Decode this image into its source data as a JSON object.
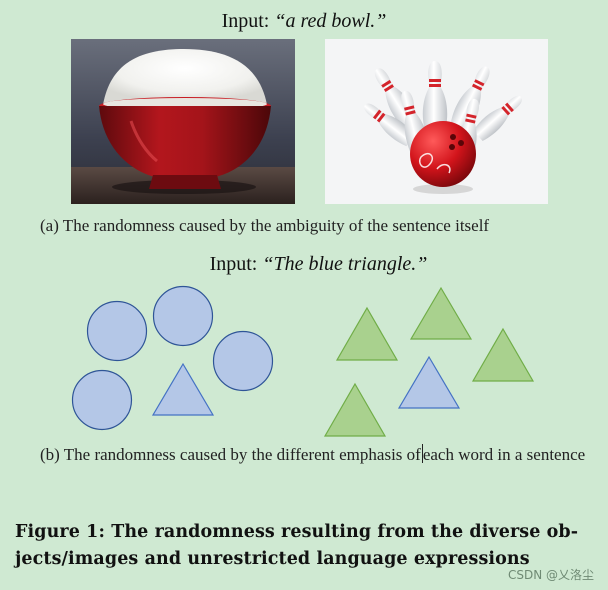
{
  "example_a": {
    "input_label": "Input: ",
    "input_quote": "“a red bowl.”",
    "caption": "(a) The randomness caused  by the ambiguity of the sentence itself"
  },
  "example_b": {
    "input_label": "Input: ",
    "input_quote": "“The blue triangle.”",
    "caption_part1": "(b) The randomness caused by the different emphasis of",
    "caption_part2": "each word in a sentence"
  },
  "figure": {
    "caption_line1": "Figure 1: The randomness resulting from the diverse ob-",
    "caption_line2": "jects/images and unrestricted language expressions"
  },
  "watermark": "CSDN @乂洛尘",
  "colors": {
    "background": "#cfe9d2",
    "circle_fill": "#b4c7e7",
    "circle_stroke": "#2f5597",
    "blue_triangle_fill": "#b4c7e7",
    "green_triangle_fill": "#a9d18e",
    "green_triangle_stroke": "#70ad47",
    "bowl_red": "#a8141a"
  }
}
